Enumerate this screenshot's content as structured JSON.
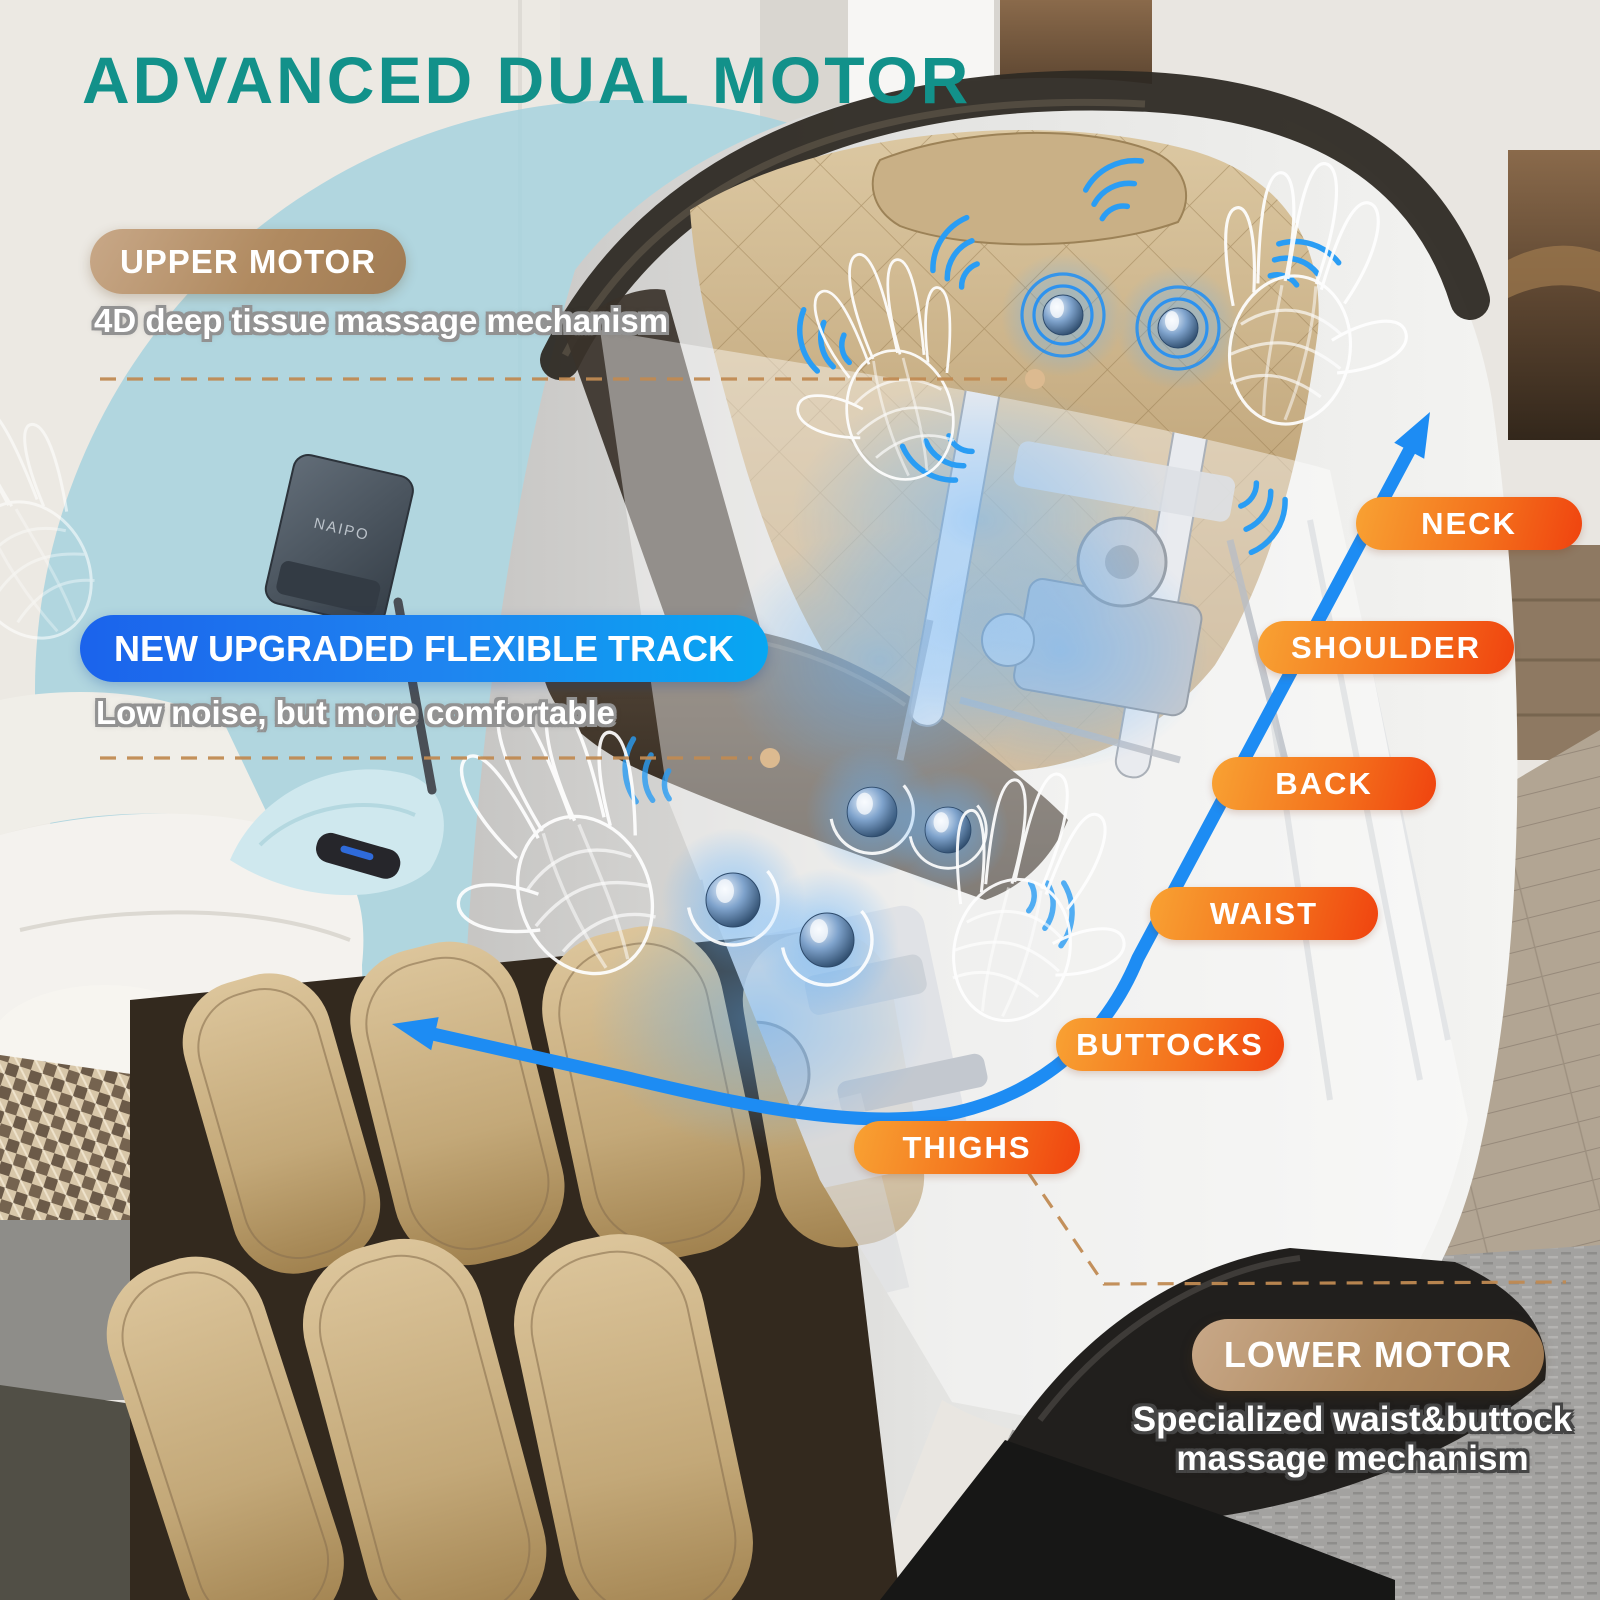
{
  "title": "ADVANCED DUAL MOTOR",
  "callouts": {
    "upper_motor": {
      "label": "UPPER MOTOR",
      "description": "4D deep tissue massage mechanism"
    },
    "flexible_track": {
      "label": "NEW UPGRADED FLEXIBLE TRACK",
      "description": "Low noise, but more comfortable"
    },
    "lower_motor": {
      "label": "LOWER MOTOR",
      "description_line1": "Specialized waist&buttock",
      "description_line2": "massage mechanism"
    }
  },
  "body_labels": [
    "NECK",
    "SHOULDER",
    "BACK",
    "WAIST",
    "BUTTOCKS",
    "THIGHS"
  ],
  "remote_brand": "NAIPO",
  "colors": {
    "title_teal": "#12918a",
    "badge_tan": "#b08a60",
    "badge_blue_start": "#1b63ec",
    "badge_blue_end": "#07a7f2",
    "badge_orange_start": "#f8a233",
    "badge_orange_end": "#f0430f",
    "track_arrow_blue": "#1d8cf3",
    "connector_dash_tan": "#c08a52"
  }
}
